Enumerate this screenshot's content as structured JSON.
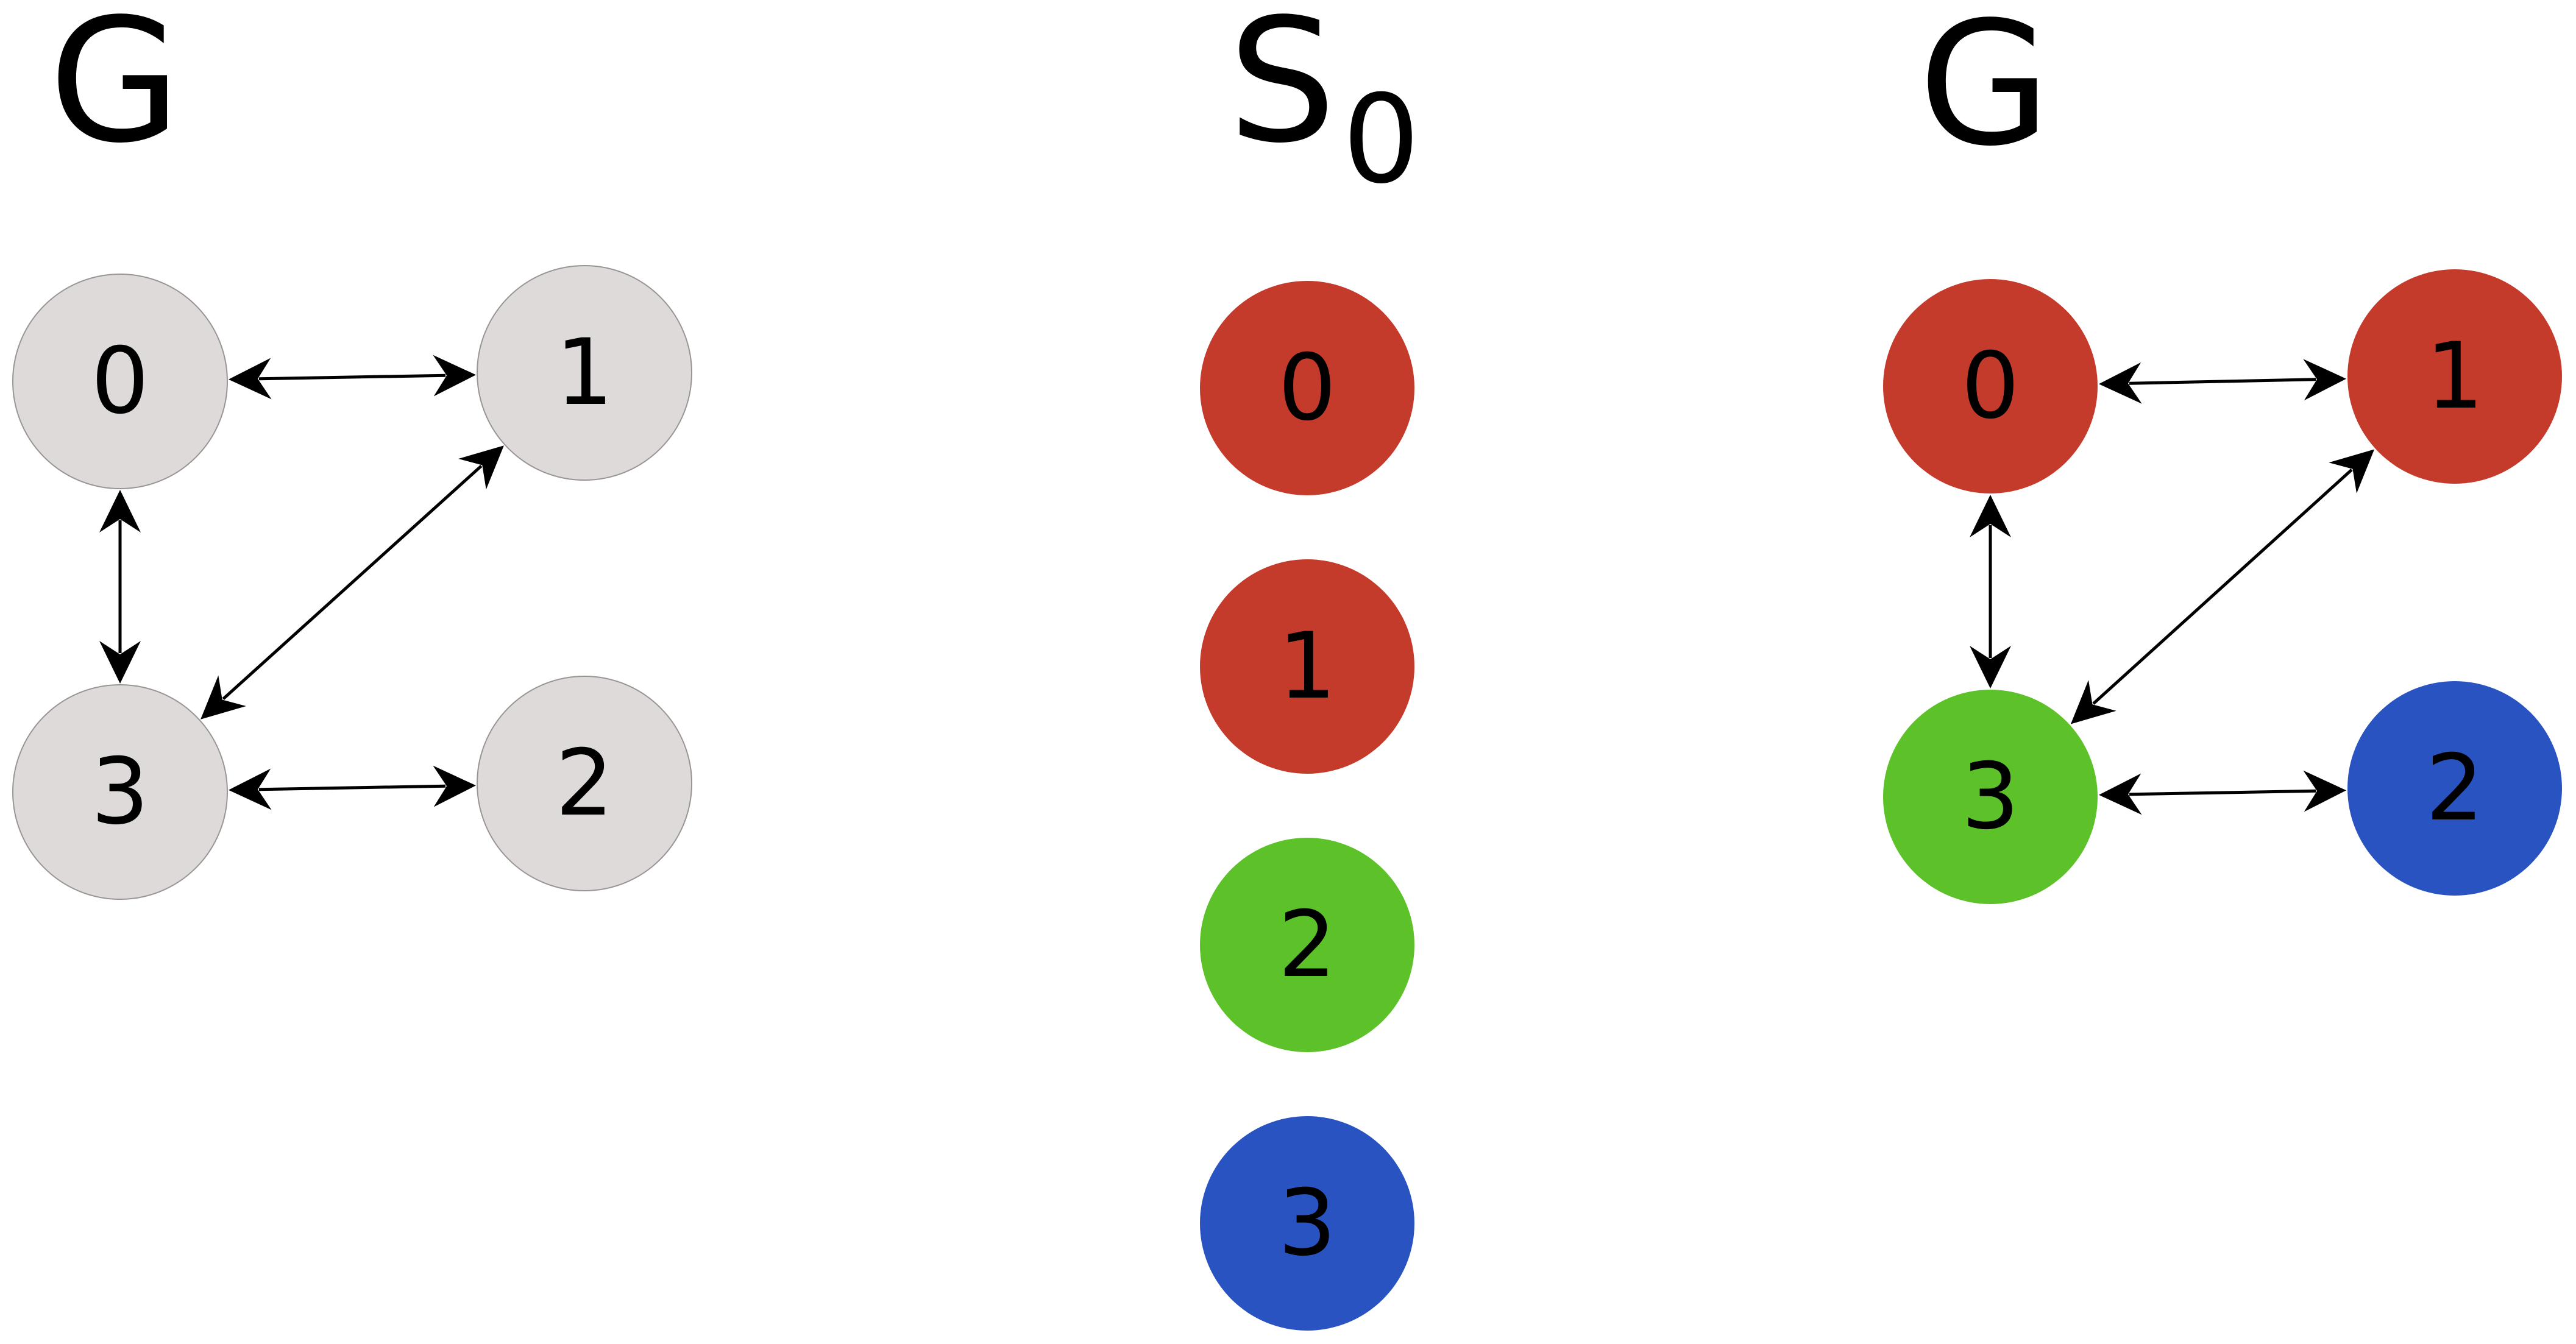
{
  "colors": {
    "uncolored": "#dfdada",
    "red": "#c43b2b",
    "green": "#5dc22a",
    "blue": "#2a53c2",
    "edge": "#000000"
  },
  "left_graph": {
    "title": "G",
    "nodes": [
      {
        "label": "0",
        "color": "uncolored"
      },
      {
        "label": "1",
        "color": "uncolored"
      },
      {
        "label": "2",
        "color": "uncolored"
      },
      {
        "label": "3",
        "color": "uncolored"
      }
    ],
    "edges": [
      [
        "0",
        "1"
      ],
      [
        "0",
        "3"
      ],
      [
        "1",
        "3"
      ],
      [
        "3",
        "2"
      ]
    ]
  },
  "stack": {
    "title": "S",
    "subscript": "0",
    "items": [
      {
        "label": "0",
        "color": "red"
      },
      {
        "label": "1",
        "color": "red"
      },
      {
        "label": "2",
        "color": "green"
      },
      {
        "label": "3",
        "color": "blue"
      }
    ]
  },
  "right_graph": {
    "title": "G",
    "nodes": [
      {
        "label": "0",
        "color": "red"
      },
      {
        "label": "1",
        "color": "red"
      },
      {
        "label": "2",
        "color": "blue"
      },
      {
        "label": "3",
        "color": "green"
      }
    ],
    "edges": [
      [
        "0",
        "1"
      ],
      [
        "0",
        "3"
      ],
      [
        "1",
        "3"
      ],
      [
        "3",
        "2"
      ]
    ]
  }
}
